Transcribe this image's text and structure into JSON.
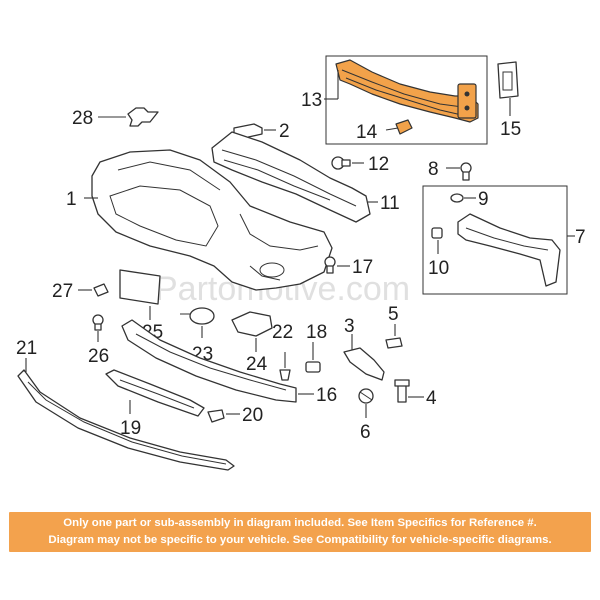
{
  "watermark": "Partomotive.com",
  "notice": {
    "line1": "Only one part or sub-assembly in diagram included. See Item Specifics for Reference #.",
    "line2": "Diagram may not be specific to your vehicle. See Compatibility for vehicle-specific diagrams."
  },
  "callouts": {
    "c1": "1",
    "c2": "2",
    "c3": "3",
    "c4": "4",
    "c5": "5",
    "c6": "6",
    "c7": "7",
    "c8": "8",
    "c9": "9",
    "c10": "10",
    "c11": "11",
    "c12": "12",
    "c13": "13",
    "c14": "14",
    "c15": "15",
    "c16": "16",
    "c17": "17",
    "c18": "18",
    "c19": "19",
    "c20": "20",
    "c21": "21",
    "c22": "22",
    "c23": "23",
    "c24": "24",
    "c25": "25",
    "c26": "26",
    "c27": "27",
    "c28": "28"
  },
  "colors": {
    "highlight": "#f2a24a",
    "notice_background": "#f3a24d"
  }
}
